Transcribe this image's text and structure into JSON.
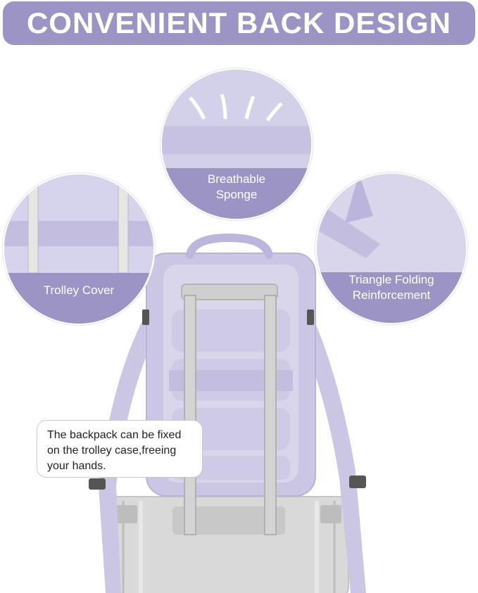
{
  "banner": {
    "title": "CONVENIENT BACK DESIGN"
  },
  "features": [
    {
      "label_line1": "Breathable",
      "label_line2": "Sponge"
    },
    {
      "label_line1": "Trolley Cover",
      "label_line2": ""
    },
    {
      "label_line1": "Triangle Folding",
      "label_line2": "Reinforcement"
    }
  ],
  "callout": {
    "line1": "The backpack can be fixed",
    "line2": "on the trolley case,freeing",
    "line3": "your hands."
  },
  "colors": {
    "accent": "#9b94c4",
    "accent_dark": "#7d74b3",
    "backpack": "#cdc8e6",
    "mesh": "#d7d3ea",
    "suitcase": "#d6d6d6"
  }
}
